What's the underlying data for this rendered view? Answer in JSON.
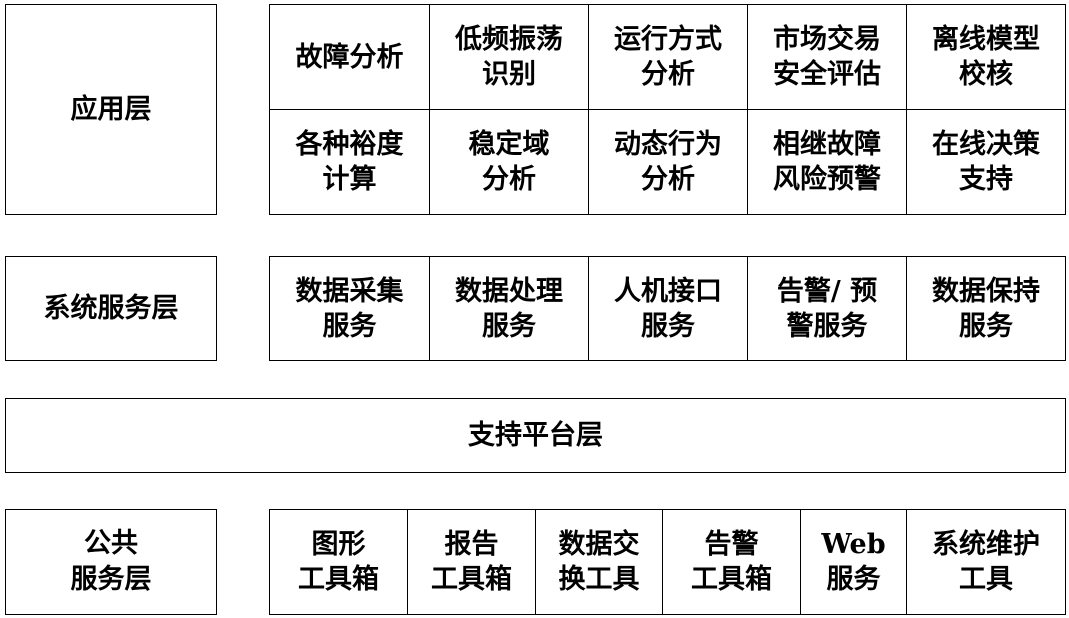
{
  "layers": {
    "application": {
      "label": "应用层",
      "cells": [
        "故障分析",
        "低频振荡\n识别",
        "运行方式\n分析",
        "市场交易\n安全评估",
        "离线模型\n校核",
        "各种裕度\n计算",
        "稳定域\n分析",
        "动态行为\n分析",
        "相继故障\n风险预警",
        "在线决策\n支持"
      ]
    },
    "system_service": {
      "label": "系统服务层",
      "cells": [
        "数据采集\n服务",
        "数据处理\n服务",
        "人机接口\n服务",
        "告警/ 预\n警服务",
        "数据保持\n服务"
      ]
    },
    "support_platform": {
      "label": "支持平台层"
    },
    "public_service": {
      "label": "公共\n服务层",
      "cells": [
        "图形\n工具箱",
        "报告\n工具箱",
        "数据交\n换工具",
        "告警\n工具箱",
        "Web\n服务",
        "系统维护\n工具"
      ]
    }
  }
}
